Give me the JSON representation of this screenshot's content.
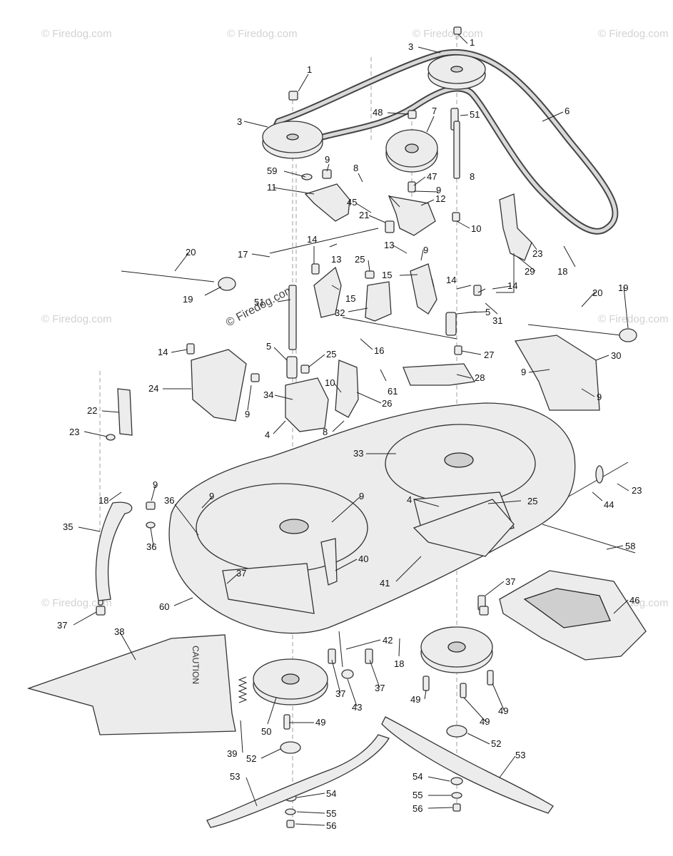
{
  "watermarks": {
    "corner": "© Firedog.com",
    "center": "© Firedog.com"
  },
  "decal_text": "CAUTION",
  "callouts": {
    "c1a": "1",
    "c1b": "1",
    "c3a": "3",
    "c3b": "3",
    "c6": "6",
    "c7": "7",
    "c48": "48",
    "c51a": "51",
    "c59": "59",
    "c9a": "9",
    "c8a": "8",
    "c8b": "8",
    "c47": "47",
    "c9b": "9",
    "c45": "45",
    "c12": "12",
    "c11": "11",
    "c21": "21",
    "c10a": "10",
    "c13a": "13",
    "c13b": "13",
    "c9c": "9",
    "c17": "17",
    "c14a": "14",
    "c25a": "25",
    "c15a": "15",
    "c15b": "15",
    "c20a": "20",
    "c19a": "19",
    "c51b": "51",
    "c32": "32",
    "c14b": "14",
    "c14c": "14",
    "c31": "31",
    "c29": "29",
    "c23a": "23",
    "c18a": "18",
    "c20b": "20",
    "c19b": "19",
    "c5a": "5",
    "c5b": "5",
    "c16": "16",
    "c27": "27",
    "c30": "30",
    "c14d": "14",
    "c25b": "25",
    "c10b": "10",
    "c61": "61",
    "c28": "28",
    "c9d": "9",
    "c9e": "9",
    "c24": "24",
    "c9f": "9",
    "c34": "34",
    "c26": "26",
    "c22": "22",
    "c4a": "4",
    "c8c": "8",
    "c23b": "23",
    "c33": "33",
    "c18b": "18",
    "c23c": "23",
    "c44": "44",
    "c9g": "9",
    "c36a": "36",
    "c9h": "9",
    "c9i": "9",
    "c4b": "4",
    "c25c": "25",
    "c35": "35",
    "c36b": "36",
    "c40": "40",
    "c58": "58",
    "c37a": "37",
    "c41": "41",
    "c37b": "37",
    "c60": "60",
    "c37c": "37",
    "c46": "46",
    "c38": "38",
    "c42": "42",
    "c18c": "18",
    "c37d": "37",
    "c37e": "37",
    "c43": "43",
    "c49a": "49",
    "c49b": "49",
    "c49c": "49",
    "c50": "50",
    "c49d": "49",
    "c39": "39",
    "c52a": "52",
    "c52b": "52",
    "c53a": "53",
    "c53b": "53",
    "c54a": "54",
    "c54b": "54",
    "c55a": "55",
    "c55b": "55",
    "c56a": "56",
    "c56b": "56"
  }
}
